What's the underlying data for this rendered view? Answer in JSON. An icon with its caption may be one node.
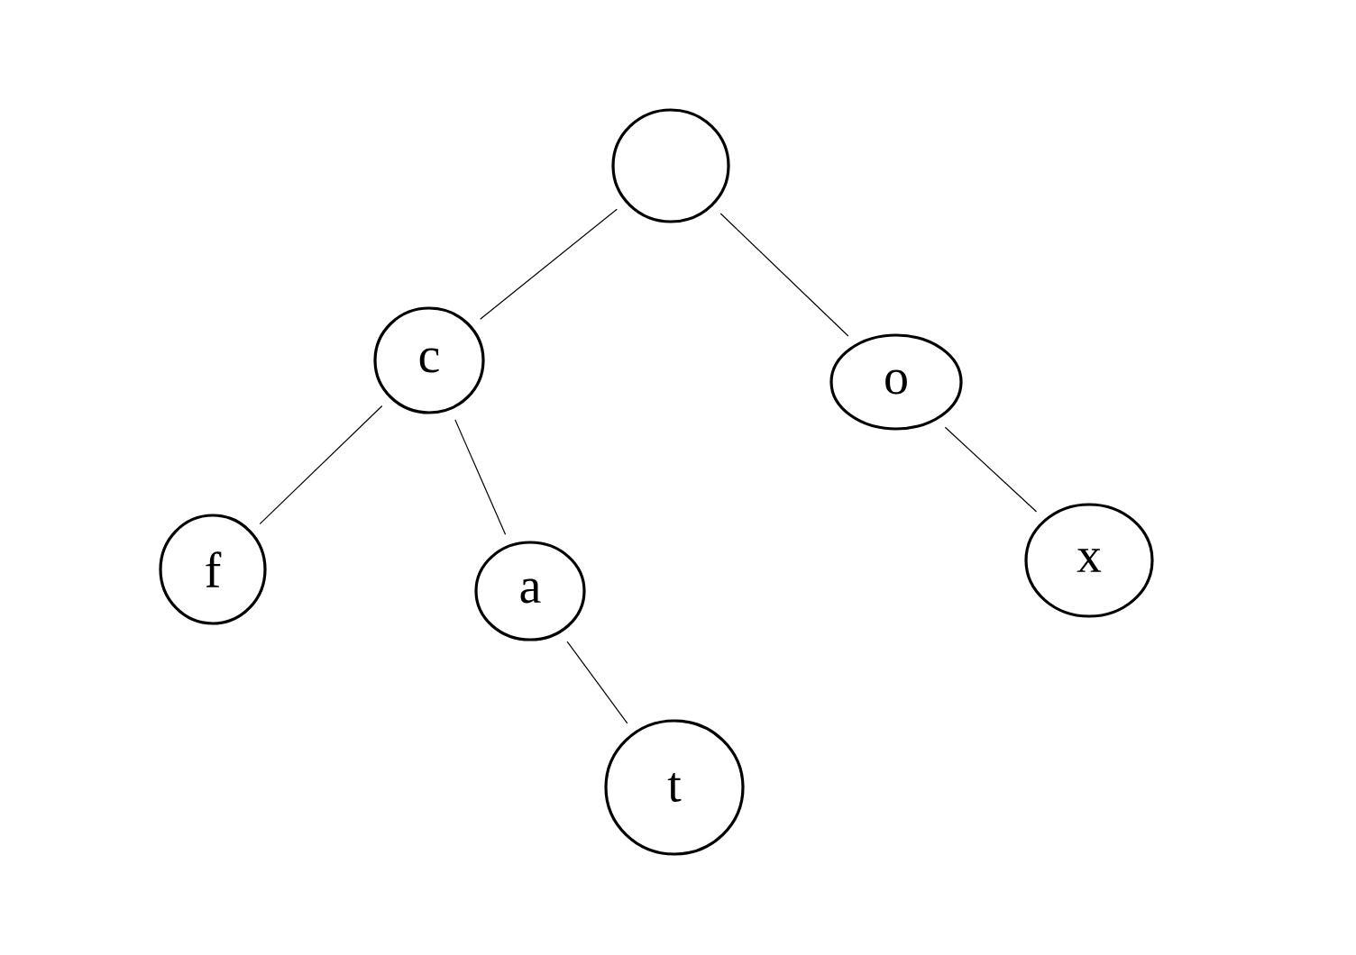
{
  "diagram": {
    "nodes": [
      {
        "text": [],
        "shape": "circle"
      },
      {
        "text": [
          "c"
        ]
      },
      {
        "text": [
          "o"
        ]
      },
      {
        "text": [
          "f"
        ]
      },
      {
        "text": [
          "a"
        ]
      },
      {
        "text": [
          "t"
        ]
      },
      {
        "text": [
          "x"
        ]
      }
    ],
    "edges": [
      {
        "from": 0,
        "to": 1,
        "arrow": "none"
      },
      {
        "from": 0,
        "to": 2,
        "arrow": "none"
      },
      {
        "from": 1,
        "to": 3,
        "arrow": "none"
      },
      {
        "from": 1,
        "to": 4,
        "arrow": "none"
      },
      {
        "from": 4,
        "to": 5,
        "arrow": "none"
      },
      {
        "from": 2,
        "to": 6,
        "arrow": "none"
      }
    ]
  }
}
